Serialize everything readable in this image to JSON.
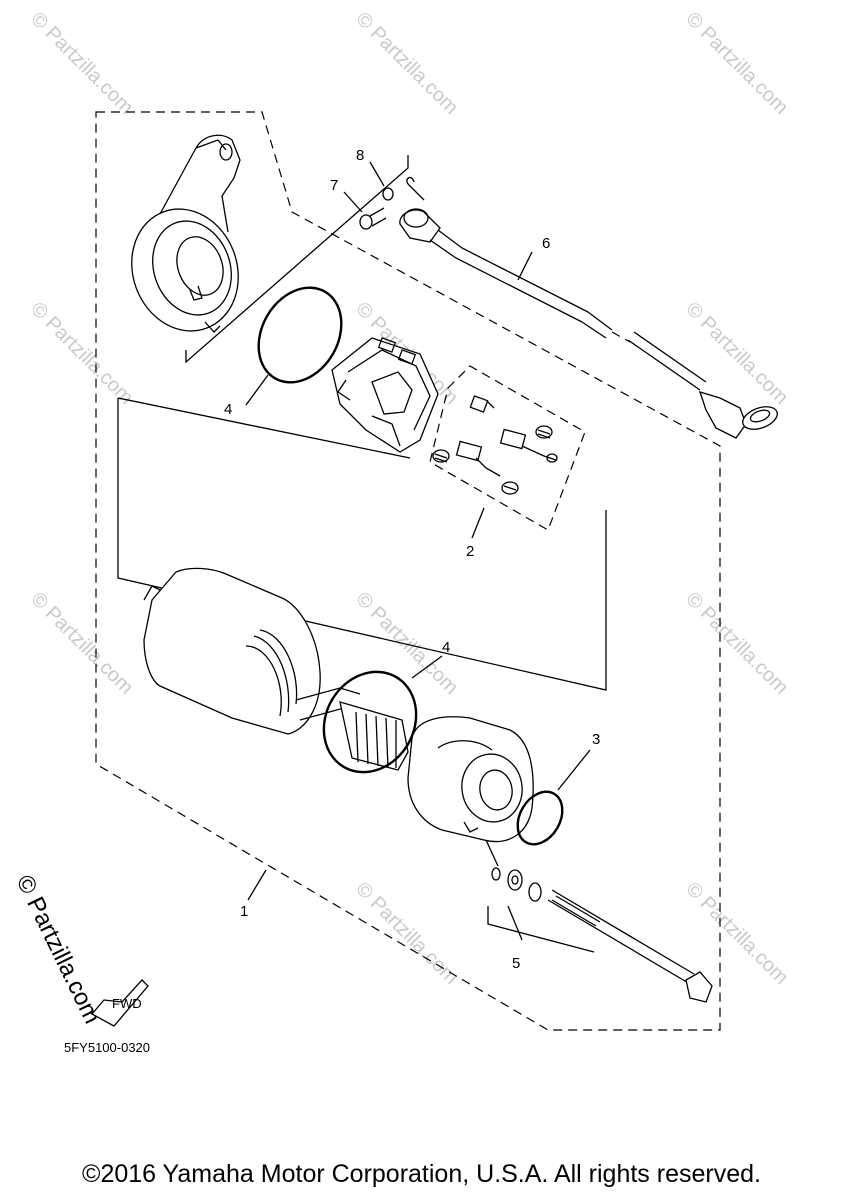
{
  "diagram": {
    "callouts": {
      "part1": "1",
      "part2": "2",
      "part3": "3",
      "part4_upper": "4",
      "part4_lower": "4",
      "part5": "5",
      "part6": "6",
      "part7": "7",
      "part8": "8"
    },
    "diagram_code": "5FY5100-0320",
    "fwd_label": "FWD",
    "watermark_text": "© Partzilla.com",
    "watermark_large": "© Partzilla.com"
  },
  "footer": {
    "copyright": "©2016 Yamaha Motor Corporation, U.S.A. All rights reserved."
  }
}
